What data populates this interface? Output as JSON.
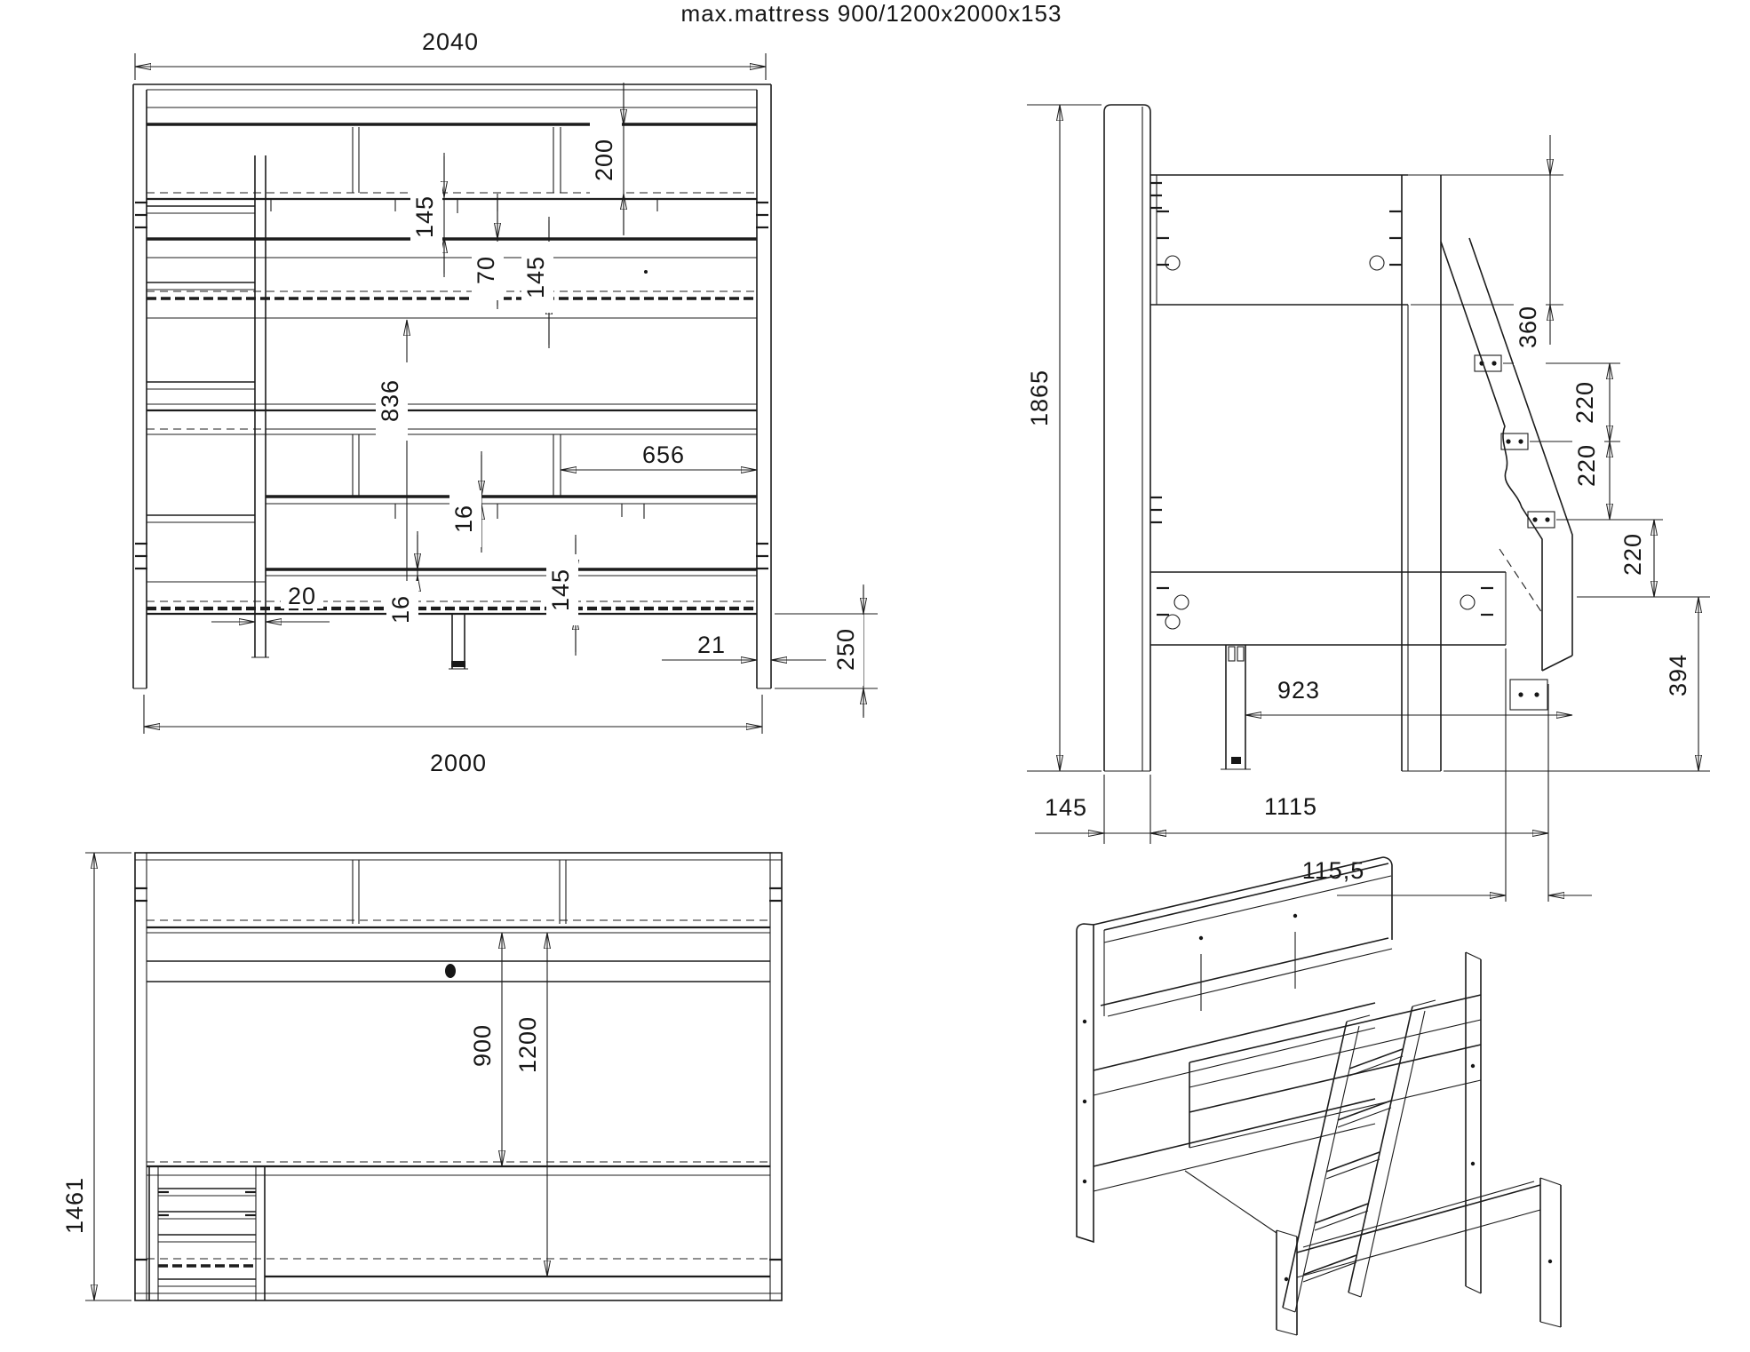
{
  "title": "max.mattress 900/1200x2000x153",
  "front_view": {
    "overall_width": "2040",
    "shelf_height": "200",
    "platform_thickness_1": "145",
    "rail_height": "70",
    "platform_thickness_2": "145",
    "bunk_spacing": "836",
    "board_thickness_1": "16",
    "shelf_width": "656",
    "board_thickness_2": "16",
    "partition_thickness": "20",
    "platform_thickness_3": "145",
    "panel_thickness": "21",
    "leg_height": "250",
    "bed_length": "2000"
  },
  "side_view": {
    "total_height": "1865",
    "rail_above": "360",
    "step_1": "220",
    "step_2": "220",
    "step_3": "220",
    "foot_height": "394",
    "leg_distance": "923",
    "post_depth": "145",
    "total_depth": "1115",
    "ladder_offset": "115,5"
  },
  "plan_view": {
    "total_depth": "1461",
    "upper_mattress_width": "900",
    "lower_mattress_width": "1200"
  }
}
